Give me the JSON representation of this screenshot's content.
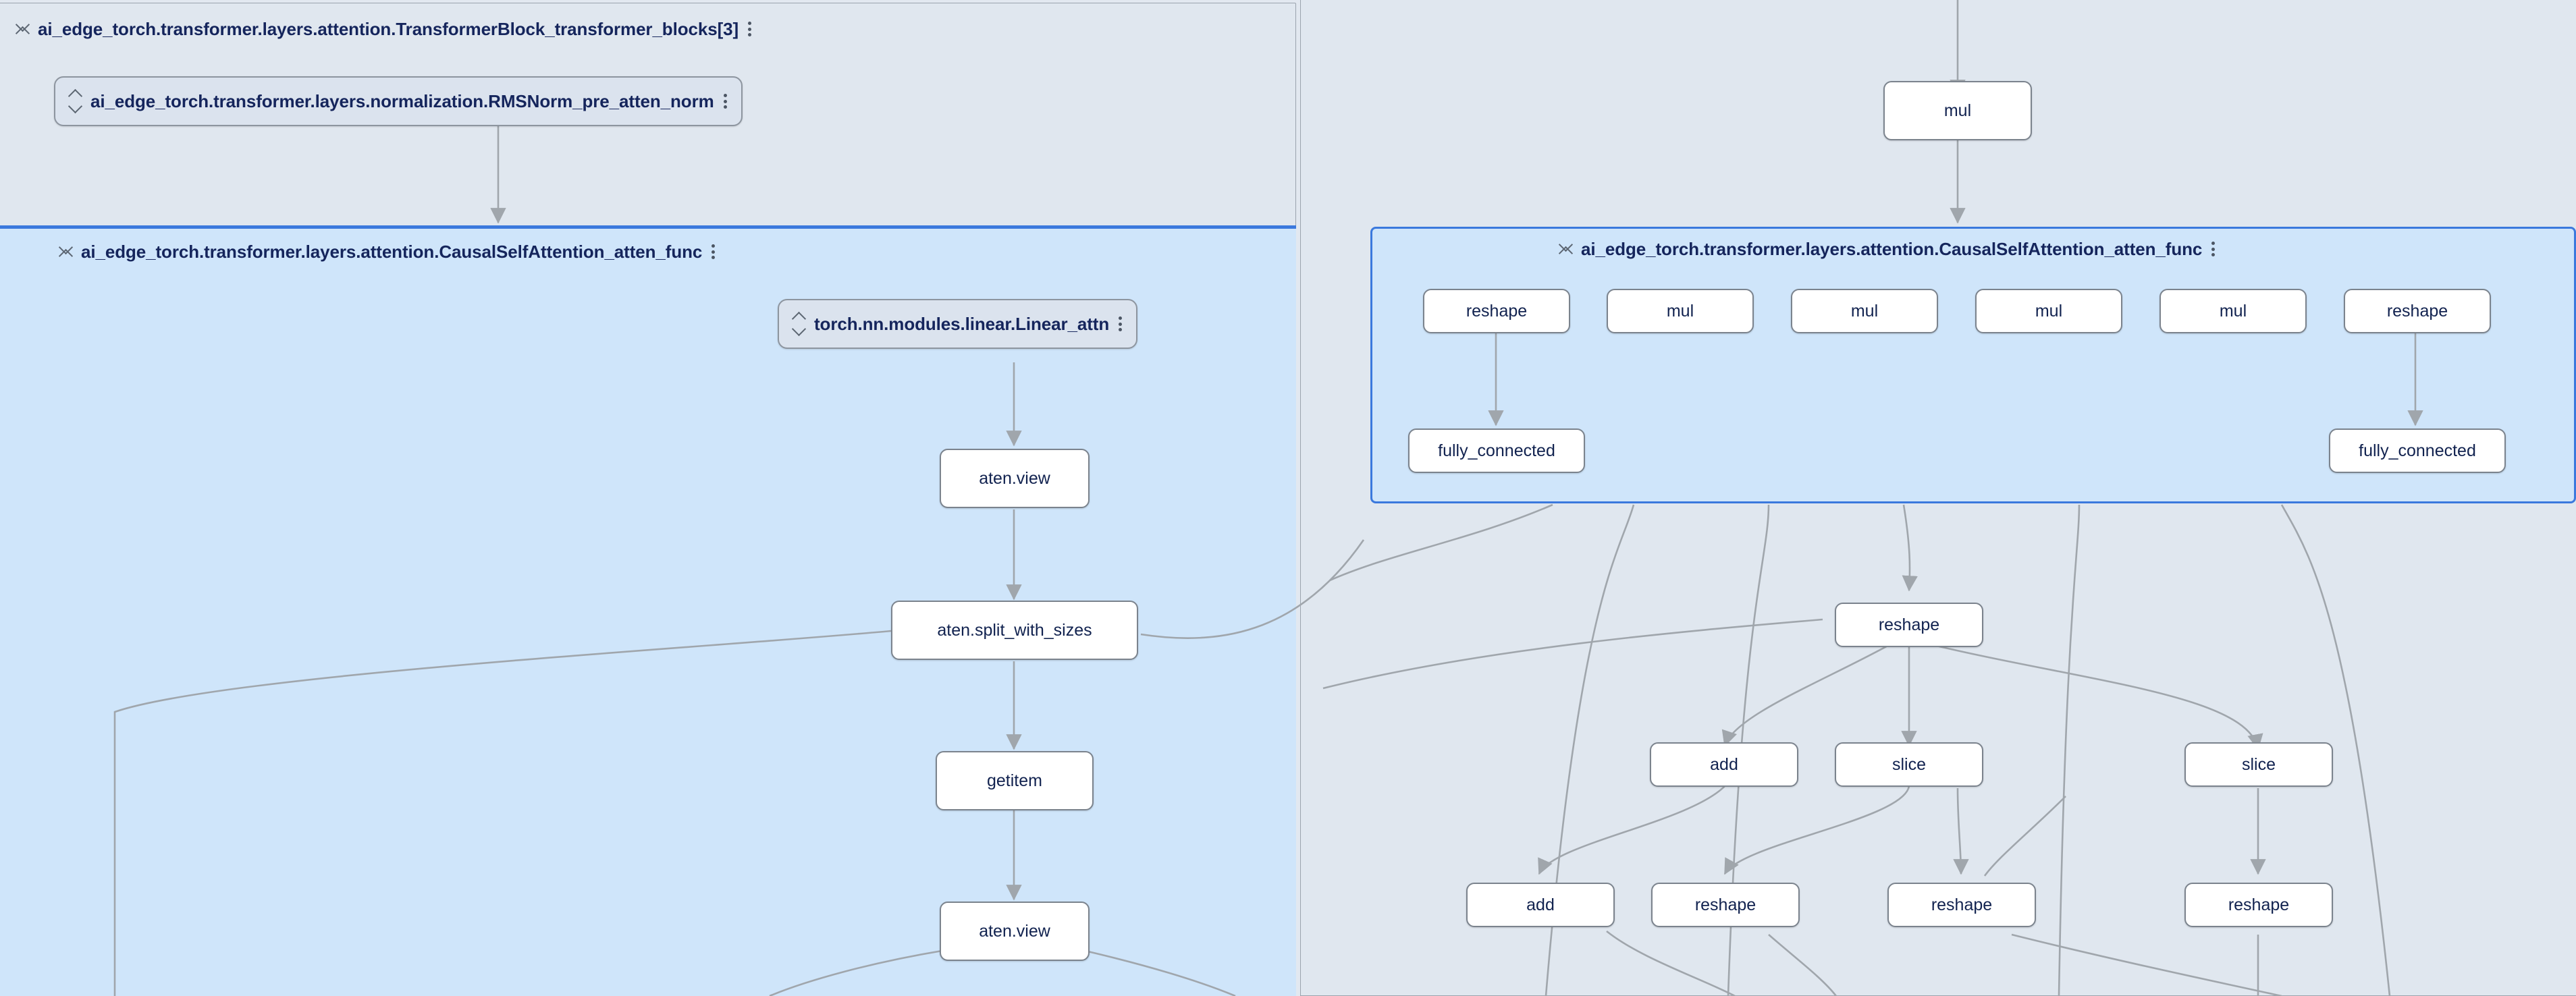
{
  "app": {
    "name": "model-graph-explorer",
    "canvas_background": "#e2e8f0"
  },
  "colors": {
    "canvas": "#e2e8f0",
    "group_fill": "#e0e7ef",
    "group_border": "#9aa3ad",
    "selected_group_fill": "#cfe5fa",
    "selected_group_border": "#3b79dd",
    "node_fill": "#ffffff",
    "node_border": "#7b838d",
    "node_text": "#11224f",
    "pill_fill": "#dbe3ee",
    "pill_border": "#8d959f",
    "edge": "#a0a6ac"
  },
  "groups": [
    {
      "id": "transformer-block",
      "label": "ai_edge_torch.transformer.layers.attention.TransformerBlock_transformer_blocks[3]",
      "collapse_icon": "collapse-vertical-icon",
      "menu_icon": "kebab-menu-icon",
      "selected": false
    },
    {
      "id": "causal-self-attention-left",
      "label": "ai_edge_torch.transformer.layers.attention.CausalSelfAttention_atten_func",
      "collapse_icon": "collapse-vertical-icon",
      "menu_icon": "kebab-menu-icon",
      "selected": true
    },
    {
      "id": "causal-self-attention-right",
      "label": "ai_edge_torch.transformer.layers.attention.CausalSelfAttention_atten_func",
      "collapse_icon": "collapse-vertical-icon",
      "menu_icon": "kebab-menu-icon",
      "selected": true
    }
  ],
  "pills": [
    {
      "id": "rmsnorm-pre-atten-norm",
      "label": "ai_edge_torch.transformer.layers.normalization.RMSNorm_pre_atten_norm",
      "expand_icon": "expand-collapse-icon",
      "menu_icon": "kebab-menu-icon"
    },
    {
      "id": "linear-attn",
      "label": "torch.nn.modules.linear.Linear_attn",
      "expand_icon": "expand-collapse-icon",
      "menu_icon": "kebab-menu-icon"
    }
  ],
  "nodes": {
    "left_panel": [
      {
        "id": "l-aten-view-1",
        "label": "aten.view"
      },
      {
        "id": "l-split-with-sizes",
        "label": "aten.split_with_sizes"
      },
      {
        "id": "l-getitem",
        "label": "getitem"
      },
      {
        "id": "l-aten-view-2",
        "label": "aten.view"
      }
    ],
    "right_panel_top": [
      {
        "id": "r-mul-top",
        "label": "mul"
      }
    ],
    "right_attention_row": [
      {
        "id": "r-reshape-1",
        "label": "reshape"
      },
      {
        "id": "r-mul-1",
        "label": "mul"
      },
      {
        "id": "r-mul-2",
        "label": "mul"
      },
      {
        "id": "r-mul-3",
        "label": "mul"
      },
      {
        "id": "r-mul-4",
        "label": "mul"
      },
      {
        "id": "r-reshape-2",
        "label": "reshape"
      }
    ],
    "right_attention_row2": [
      {
        "id": "r-fc-1",
        "label": "fully_connected"
      },
      {
        "id": "r-fc-2",
        "label": "fully_connected"
      }
    ],
    "right_lower": [
      {
        "id": "r-reshape-3",
        "label": "reshape"
      },
      {
        "id": "r-add-1",
        "label": "add"
      },
      {
        "id": "r-slice-1",
        "label": "slice"
      },
      {
        "id": "r-slice-2",
        "label": "slice"
      },
      {
        "id": "r-add-2",
        "label": "add"
      },
      {
        "id": "r-reshape-4",
        "label": "reshape"
      },
      {
        "id": "r-reshape-5",
        "label": "reshape"
      },
      {
        "id": "r-reshape-6",
        "label": "reshape"
      }
    ]
  }
}
